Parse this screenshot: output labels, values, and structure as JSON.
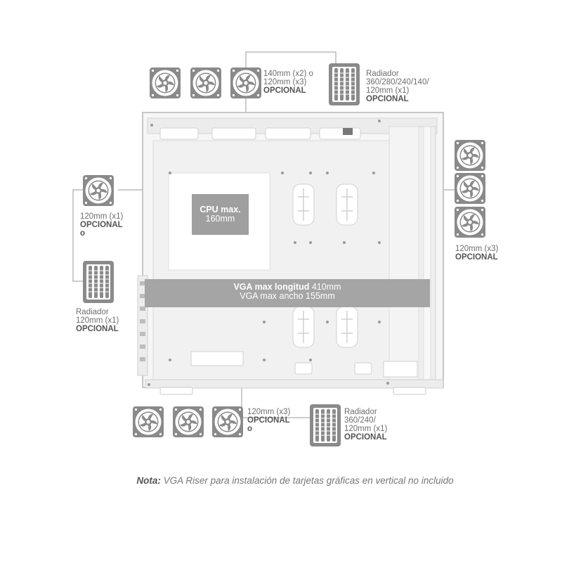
{
  "top_fans_label": {
    "line1": "140mm (x2) o",
    "line2": "120mm (x3)",
    "line3": "OPCIONAL"
  },
  "top_radiator_label": {
    "line1": "Radiador",
    "line2": "360/280/240/140/",
    "line3": "120mm (x1)",
    "line4": "OPCIONAL"
  },
  "rear_fan_label": {
    "line1": "120mm (x1)",
    "line2": "OPCIONAL",
    "line3": "o"
  },
  "rear_radiator_label": {
    "line1": "Radiador",
    "line2": "120mm (x1)",
    "line3": "OPCIONAL"
  },
  "front_fans_label": {
    "line1": "120mm (x3)",
    "line2": "OPCIONAL"
  },
  "bottom_fans_label": {
    "line1": "120mm (x3)",
    "line2": "OPCIONAL",
    "line3": "o"
  },
  "bottom_radiator_label": {
    "line1": "Radiador",
    "line2": "360/240/",
    "line3": "120mm (x1)",
    "line4": "OPCIONAL"
  },
  "cpu_box": {
    "title": "CPU max.",
    "value": "160mm"
  },
  "vga_band": {
    "line1_bold": "VGA max longitud",
    "line1_value": "410mm",
    "line2": "VGA max ancho 155mm"
  },
  "note": {
    "prefix": "Nota:",
    "text": "VGA Riser para instalación de tarjetas gráficas en vertical no incluido"
  },
  "colors": {
    "icon": "#8a8a8a",
    "line": "#9a9a9a",
    "case_fill": "#f4f4f4",
    "case_edge": "#c8c8c8",
    "band": "#a5a5a5"
  },
  "icons": {
    "fan": "fan-icon",
    "radiator": "radiator-icon"
  }
}
